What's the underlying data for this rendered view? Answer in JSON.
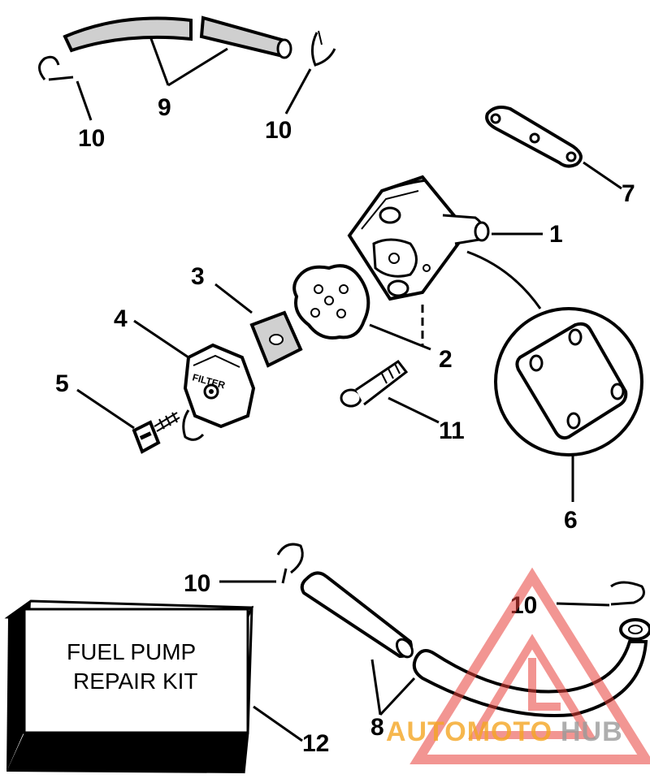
{
  "callouts": {
    "c1": "1",
    "c2": "2",
    "c3": "3",
    "c4": "4",
    "c5": "5",
    "c6": "6",
    "c7": "7",
    "c8": "8",
    "c9": "9",
    "c10a": "10",
    "c10b": "10",
    "c10c": "10",
    "c10d": "10",
    "c11": "11",
    "c12": "12"
  },
  "filter_label": "FILTER",
  "kit": {
    "line1": "FUEL PUMP",
    "line2": "REPAIR KIT"
  },
  "watermark": {
    "part1": "AUTOMOTO",
    "part2": "HUB",
    "colors": {
      "triangle": "#e8403a",
      "orange": "#f5a623",
      "gray": "#9a9a9a"
    }
  }
}
